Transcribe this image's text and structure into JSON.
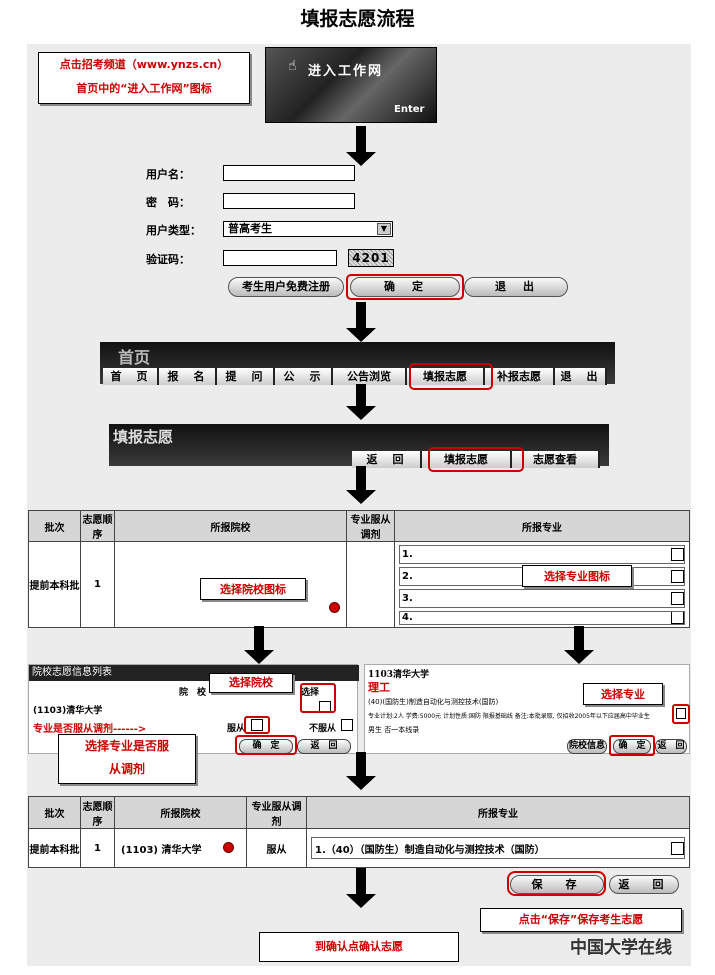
{
  "title": "填报志愿流程",
  "callouts": {
    "c1_line1": "点击招考频道（www.ynzs.cn）",
    "c1_line2": "首页中的“进入工作网”图标",
    "select_school_icon": "选择院校图标",
    "select_major_icon": "选择专业图标",
    "select_school": "选择院校",
    "select_major": "选择专业",
    "adjust_line1": "选择专业是否服",
    "adjust_line2": "从调剂",
    "save_note": "点击“保存”保存考生志愿",
    "confirm_note": "到确认点确认志愿"
  },
  "banner": {
    "text": "进入工作网",
    "enter": "Enter"
  },
  "login": {
    "username_label": "用户名：",
    "password_label": "密　码：",
    "type_label": "用户类型：",
    "type_value": "普高考生",
    "captcha_label": "验证码：",
    "captcha_value": "4201",
    "register_btn": "考生用户免费注册",
    "confirm_btn": "确　定",
    "exit_btn": "退　出"
  },
  "home": {
    "title": "首页",
    "nav": [
      "首　页",
      "报　名",
      "提　问",
      "公　示",
      "公告浏览",
      "填报志愿",
      "补报志愿",
      "退　出"
    ]
  },
  "fill": {
    "title": "填报志愿",
    "nav": [
      "返　回",
      "填报志愿",
      "志愿查看"
    ]
  },
  "table1": {
    "headers": [
      "批次",
      "志愿顺序",
      "所报院校",
      "专业服从调剂",
      "所报专业"
    ],
    "batch": "提前本科批",
    "order": "1",
    "majors": [
      "1.",
      "2.",
      "3.",
      "4."
    ]
  },
  "school_panel": {
    "title": "院校志愿信息列表",
    "col_school": "院　校",
    "col_select": "选择",
    "school": "(1103)清华大学",
    "adjust_q": "专业是否服从调剂------>",
    "obey": "服从",
    "not_obey": "不服从",
    "confirm": "确　定",
    "back": "返　回"
  },
  "major_panel": {
    "school": "1103清华大学",
    "dept": "理工",
    "major_line": "(40)(国防生)制造自动化与测控技术(国防)",
    "detail": "专业计划:2人  学费:5000元  计划性质:国防  限报基础线  备注:本批录取, 仅招收2005年以下应届高中毕业生",
    "gender": "男生 否一本线录",
    "info_btn": "院校信息",
    "ok_btn": "确　定",
    "back_btn": "返　回"
  },
  "table2": {
    "headers": [
      "批次",
      "志愿顺序",
      "所报院校",
      "专业服从调剂",
      "所报专业"
    ],
    "batch": "提前本科批",
    "order": "1",
    "school": "(1103) 清华大学",
    "adjust": "服从",
    "major": "1.（40）（国防生）制造自动化与测控技术（国防）"
  },
  "final": {
    "save_btn": "保　存",
    "back_btn": "返　回"
  },
  "watermark": "中国大学在线"
}
